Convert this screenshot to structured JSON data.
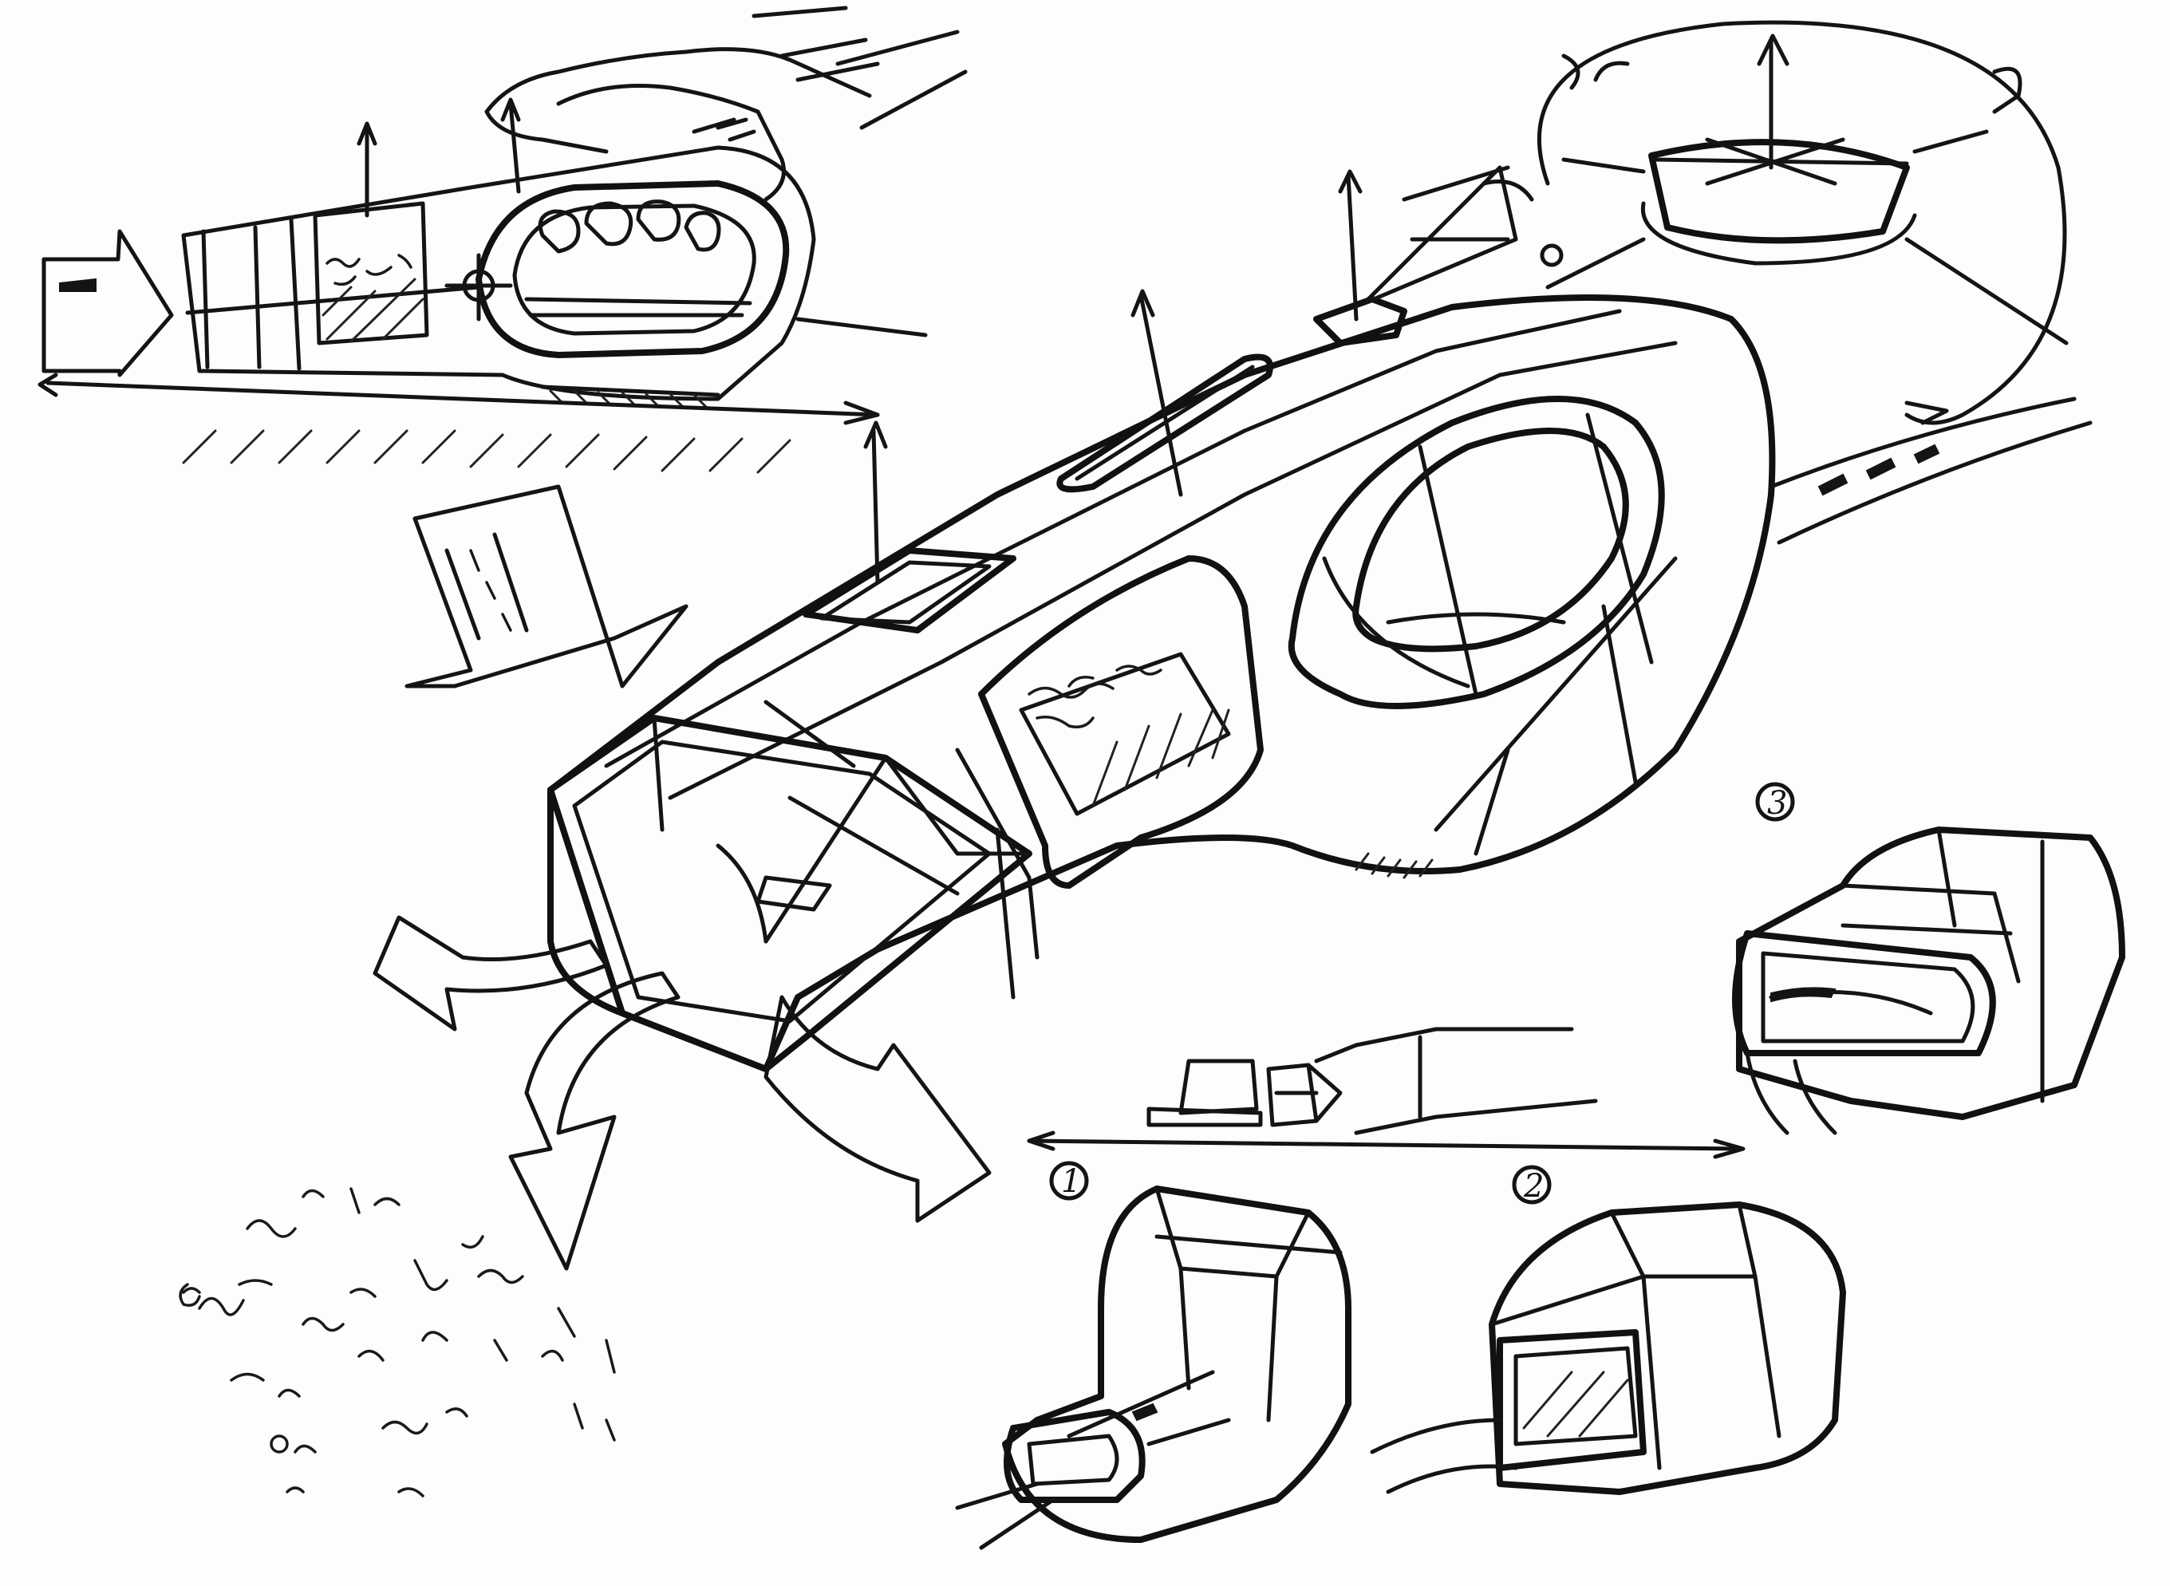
{
  "sheet": {
    "background": "#fdfdfc",
    "ink_color": "#141414"
  },
  "labels": {
    "variant_1": "1",
    "variant_2": "2",
    "variant_3": "3"
  }
}
